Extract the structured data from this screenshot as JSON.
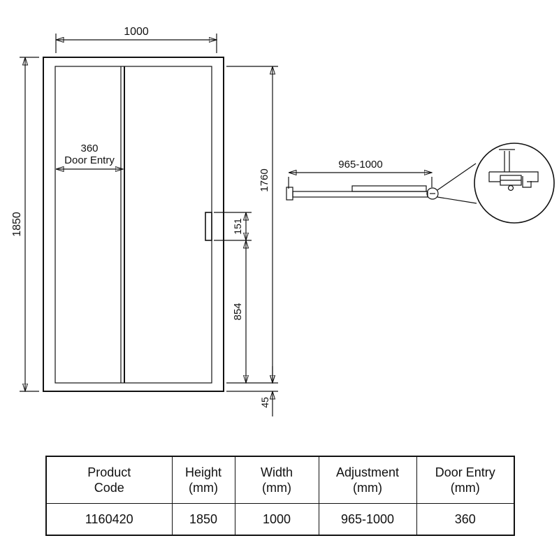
{
  "front_view": {
    "width": "1000",
    "height": "1850",
    "door_entry_value": "360",
    "door_entry_caption": "Door Entry",
    "glass_height": "1760",
    "handle_length": "151",
    "handle_to_bottom": "854",
    "bottom_profile": "45"
  },
  "top_view": {
    "adjustment_range": "965-1000"
  },
  "table": {
    "headers": [
      {
        "line1": "Product",
        "line2": "Code"
      },
      {
        "line1": "Height",
        "line2": "(mm)"
      },
      {
        "line1": "Width",
        "line2": "(mm)"
      },
      {
        "line1": "Adjustment",
        "line2": "(mm)"
      },
      {
        "line1": "Door Entry",
        "line2": "(mm)"
      }
    ],
    "row": [
      "1160420",
      "1850",
      "1000",
      "965-1000",
      "360"
    ]
  },
  "colors": {
    "line": "#111111",
    "background": "#ffffff"
  }
}
